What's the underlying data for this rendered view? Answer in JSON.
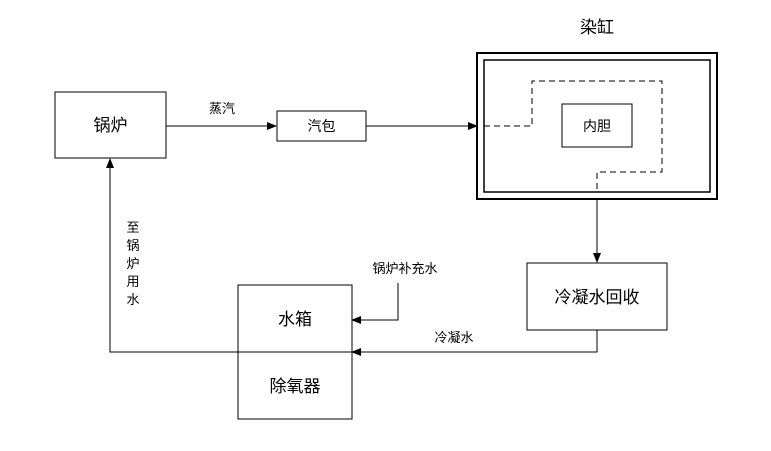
{
  "nodes": {
    "boiler": "锅炉",
    "steam_drum": "汽包",
    "dye_vat_title": "染缸",
    "inner_liner": "内胆",
    "condensate_recovery": "冷凝水回收",
    "water_tank": "水箱",
    "deaerator": "除氧器"
  },
  "edges": {
    "steam": "蒸汽",
    "boiler_makeup_water": "锅炉补充水",
    "condensate": "冷凝水",
    "to_boiler_water": [
      "至",
      "锅",
      "炉",
      "用",
      "水"
    ]
  },
  "colors": {
    "stroke": "#000000",
    "background": "#ffffff"
  }
}
